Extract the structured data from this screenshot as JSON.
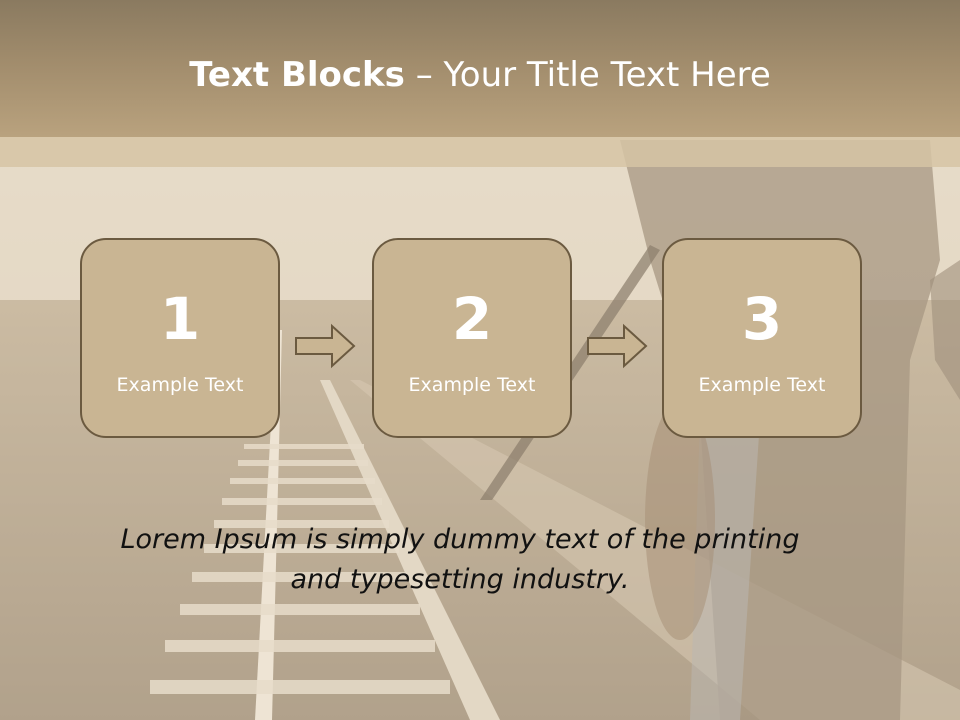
{
  "slide": {
    "title_bold": "Text Blocks",
    "title_separator": " – ",
    "title_rest": "Your Title Text Here"
  },
  "blocks": [
    {
      "number": "1",
      "label": "Example Text"
    },
    {
      "number": "2",
      "label": "Example Text"
    },
    {
      "number": "3",
      "label": "Example Text"
    }
  ],
  "body": {
    "line1": "Lorem Ipsum is simply dummy text of the printing",
    "line2": "and typesetting industry."
  },
  "colors": {
    "title_bar": "#a18c6c",
    "block_fill": "#c9b593",
    "block_border": "#6b5a40",
    "arrow_fill": "#c9b593"
  },
  "icons": [
    "right-arrow-icon",
    "right-arrow-icon"
  ]
}
